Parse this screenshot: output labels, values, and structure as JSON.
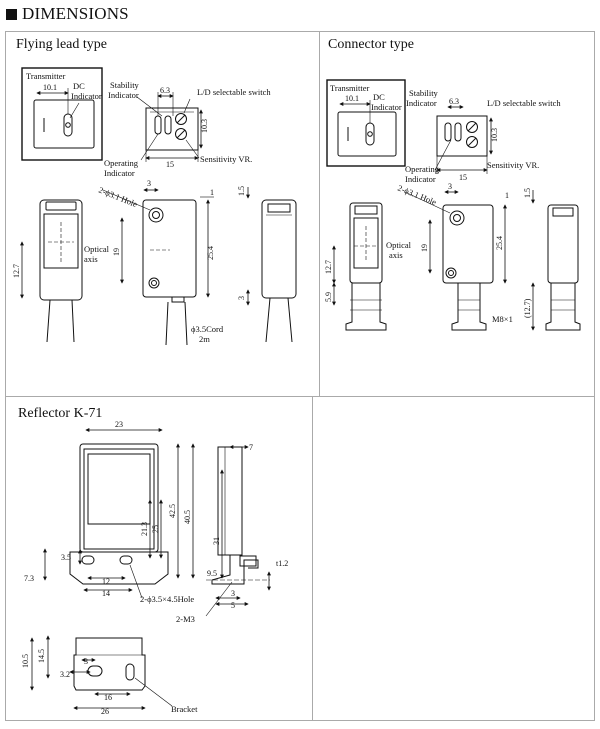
{
  "title": "DIMENSIONS",
  "panels": {
    "flying": {
      "title": "Flying lead type",
      "transmitter": "Transmitter",
      "dc_indicator": [
        "DC",
        "Indicator"
      ],
      "stability": [
        "Stability",
        "Indicator"
      ],
      "ld_switch": "L/D selectable switch",
      "operating": [
        "Operating",
        "Indicator"
      ],
      "sensitivity": "Sensitivity VR.",
      "hole": "2-ϕ3.1 Hole",
      "optical": [
        "Optical",
        "axis"
      ],
      "cord": [
        "ϕ3.5Cord",
        "2m"
      ],
      "dims": {
        "d10_1": "10.1",
        "d6_3": "6.3",
        "d10_3": "10.3",
        "d15": "15",
        "d3": "3",
        "d1": "1",
        "d1_5": "1.5",
        "d19": "19",
        "d25_4": "25.4",
        "d12_7": "12.7",
        "d3b": "3"
      }
    },
    "connector": {
      "title": "Connector type",
      "transmitter": "Transmitter",
      "dc_indicator": [
        "DC",
        "Indicator"
      ],
      "stability": [
        "Stability",
        "Indicator"
      ],
      "ld_switch": "L/D selectable switch",
      "operating": [
        "Operating",
        "Indicator"
      ],
      "sensitivity": "Sensitivity VR.",
      "hole": "2-ϕ3.1 Hole",
      "optical": [
        "Optical",
        "axis"
      ],
      "thread": "M8×1",
      "dims": {
        "d10_1": "10.1",
        "d6_3": "6.3",
        "d10_3": "10.3",
        "d15": "15",
        "d3": "3",
        "d1": "1",
        "d1_5": "1.5",
        "d19": "19",
        "d25_4": "25.4",
        "d12_7": "12.7",
        "d5_9": "5.9",
        "d12_7p": "(12.7)"
      }
    },
    "reflector": {
      "title": "Reflector K-71",
      "hole": "2-ϕ3.5×4.5Hole",
      "m3": "2-M3",
      "bracket": "Bracket",
      "dims": {
        "d23": "23",
        "d7": "7",
        "d42_5": "42.5",
        "d40_5": "40.5",
        "d21_3": "21.3",
        "d25": "25",
        "d31": "31",
        "d3_5": "3.5",
        "d7_3": "7.3",
        "d12": "12",
        "d14": "14",
        "d9_5": "9.5",
        "d3": "3",
        "d5": "5",
        "t1_2": "t1.2",
        "d10_5": "10.5",
        "d14_5": "14.5",
        "d3b": "3",
        "d3_2": "3.2",
        "d16": "16",
        "d26": "26"
      }
    }
  }
}
